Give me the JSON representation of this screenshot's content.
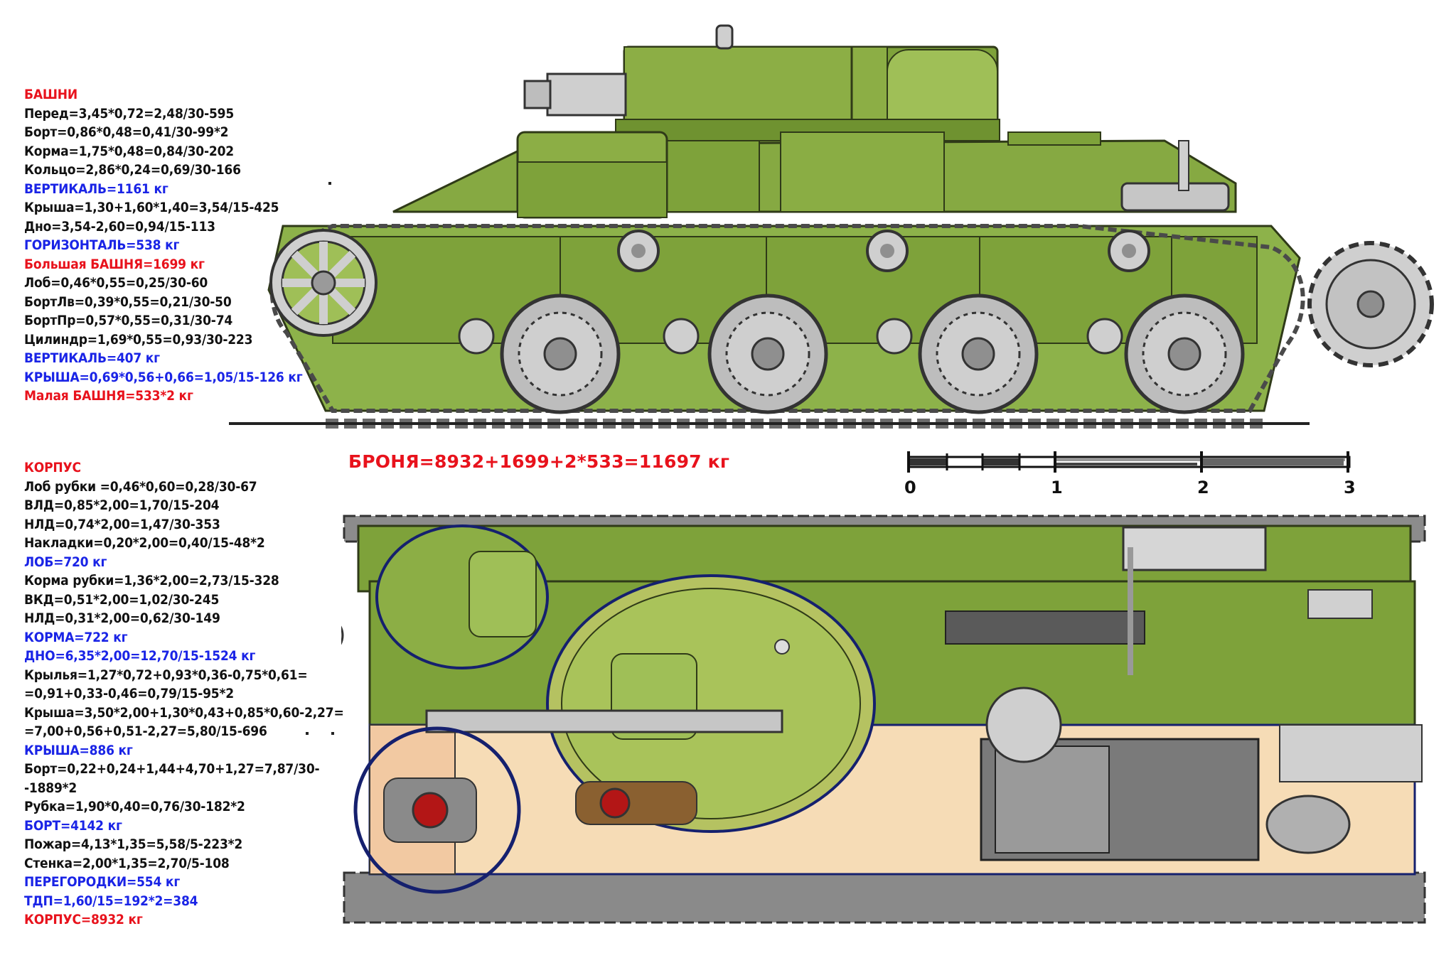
{
  "turrets": {
    "lines": [
      {
        "text": "БАШНИ",
        "color": "red"
      },
      {
        "text": "Перед=3,45*0,72=2,48/30-595",
        "color": "black"
      },
      {
        "text": "Борт=0,86*0,48=0,41/30-99*2",
        "color": "black"
      },
      {
        "text": "Корма=1,75*0,48=0,84/30-202",
        "color": "black"
      },
      {
        "text": "Кольцо=2,86*0,24=0,69/30-166",
        "color": "black"
      },
      {
        "text": "ВЕРТИКАЛЬ=1161 кг",
        "color": "blue"
      },
      {
        "text": "Крыша=1,30+1,60*1,40=3,54/15-425",
        "color": "black"
      },
      {
        "text": "Дно=3,54-2,60=0,94/15-113",
        "color": "black"
      },
      {
        "text": "ГОРИЗОНТАЛЬ=538 кг",
        "color": "blue"
      },
      {
        "text": "Большая БАШНЯ=1699 кг",
        "color": "red"
      },
      {
        "text": "Лоб=0,46*0,55=0,25/30-60",
        "color": "black"
      },
      {
        "text": "БортЛв=0,39*0,55=0,21/30-50",
        "color": "black"
      },
      {
        "text": "БортПр=0,57*0,55=0,31/30-74",
        "color": "black"
      },
      {
        "text": "Цилиндр=1,69*0,55=0,93/30-223",
        "color": "black"
      },
      {
        "text": "ВЕРТИКАЛЬ=407 кг",
        "color": "blue"
      },
      {
        "text": "КРЫША=0,69*0,56+0,66=1,05/15-126 кг",
        "color": "blue"
      },
      {
        "text": "Малая БАШНЯ=533*2 кг",
        "color": "red"
      }
    ]
  },
  "hull": {
    "lines": [
      {
        "text": "КОРПУС",
        "color": "red"
      },
      {
        "text": "Лоб рубки =0,46*0,60=0,28/30-67",
        "color": "black"
      },
      {
        "text": "ВЛД=0,85*2,00=1,70/15-204",
        "color": "black"
      },
      {
        "text": "НЛД=0,74*2,00=1,47/30-353",
        "color": "black"
      },
      {
        "text": "Накладки=0,20*2,00=0,40/15-48*2",
        "color": "black"
      },
      {
        "text": "ЛОБ=720 кг",
        "color": "blue"
      },
      {
        "text": "Корма рубки=1,36*2,00=2,73/15-328",
        "color": "black"
      },
      {
        "text": "ВКД=0,51*2,00=1,02/30-245",
        "color": "black"
      },
      {
        "text": "НЛД=0,31*2,00=0,62/30-149",
        "color": "black"
      },
      {
        "text": "КОРМА=722 кг",
        "color": "blue"
      },
      {
        "text": "ДНО=6,35*2,00=12,70/15-1524 кг",
        "color": "blue"
      },
      {
        "text": "Крылья=1,27*0,72+0,93*0,36-0,75*0,61=",
        "color": "black"
      },
      {
        "text": "=0,91+0,33-0,46=0,79/15-95*2",
        "color": "black"
      },
      {
        "text": "Крыша=3,50*2,00+1,30*0,43+0,85*0,60-2,27=",
        "color": "black"
      },
      {
        "text": "=7,00+0,56+0,51-2,27=5,80/15-696",
        "color": "black"
      },
      {
        "text": "КРЫША=886 кг",
        "color": "blue"
      },
      {
        "text": "Борт=0,22+0,24+1,44+4,70+1,27=7,87/30-",
        "color": "black"
      },
      {
        "text": "-1889*2",
        "color": "black"
      },
      {
        "text": "Рубка=1,90*0,40=0,76/30-182*2",
        "color": "black"
      },
      {
        "text": "БОРТ=4142 кг",
        "color": "blue"
      },
      {
        "text": "Пожар=4,13*1,35=5,58/5-223*2",
        "color": "black"
      },
      {
        "text": "Стенка=2,00*1,35=2,70/5-108",
        "color": "black"
      },
      {
        "text": "ПЕРЕГОРОДКИ=554 кг",
        "color": "blue"
      },
      {
        "text": "ТДП=1,60/15=192*2=384",
        "color": "blue"
      },
      {
        "text": "КОРПУС=8932 кг",
        "color": "red"
      }
    ]
  },
  "armor_total": "БРОНЯ=8932+1699+2*533=11697 кг",
  "scale": {
    "labels": [
      "0",
      "1",
      "2",
      "3"
    ]
  },
  "colors": {
    "hull_green": "#7ea23a",
    "hull_light": "#a9c35a",
    "hull_dark": "#4f6a22",
    "outline": "#2f3a18",
    "wheel_grey": "#b9b9b9",
    "track_grey": "#9a9a9a",
    "interior_cream": "#f6dcb6",
    "interior_peach": "#f2c9a2",
    "engine_grey": "#8a8a8a",
    "navy_line": "#15206e",
    "ammo_red": "#b31616"
  }
}
